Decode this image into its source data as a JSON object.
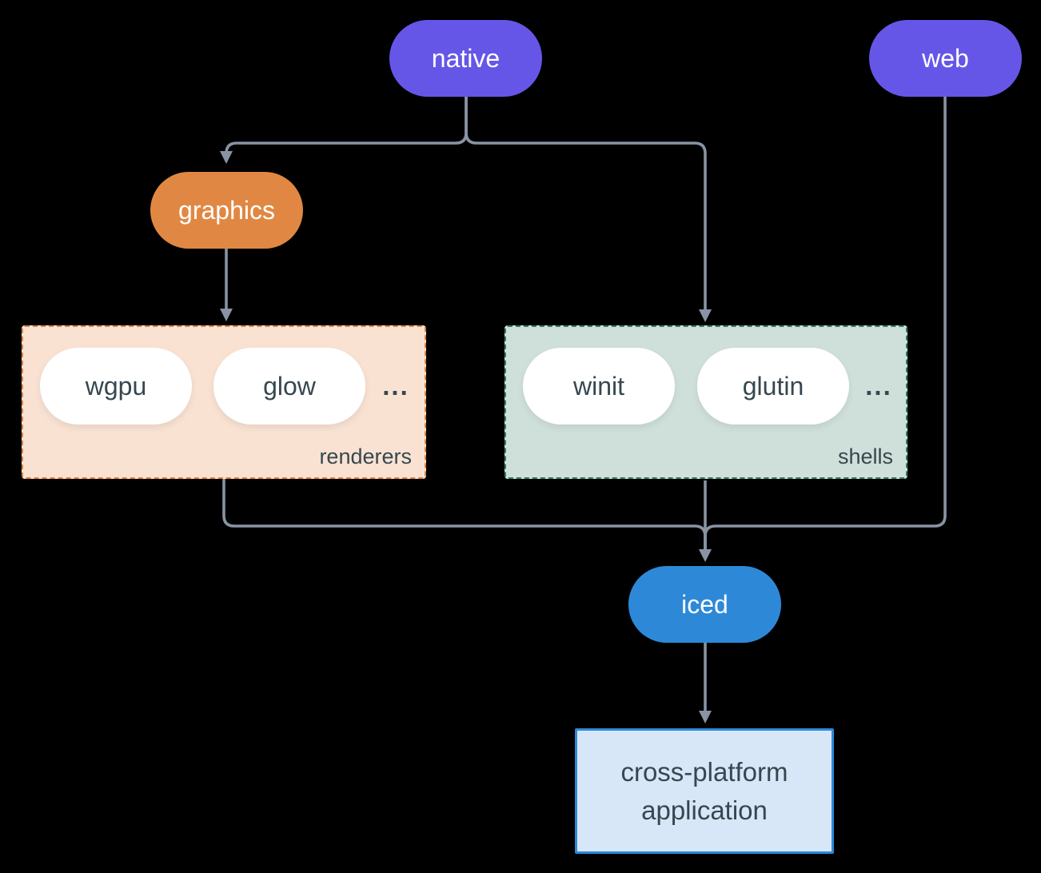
{
  "colors": {
    "background": "#000000",
    "purple": "#6656e8",
    "orange": "#e08843",
    "blue": "#2d89d8",
    "peach_bg": "#f9e2d2",
    "peach_border": "#e0813a",
    "sage_bg": "#cfe0da",
    "sage_border": "#2f7d6d",
    "app_bg": "#d7e7f8",
    "line": "#8893a3",
    "dark_text": "#37474f"
  },
  "nodes": {
    "native": "native",
    "web": "web",
    "graphics": "graphics",
    "iced": "iced",
    "app_line1": "cross-platform",
    "app_line2": "application"
  },
  "groups": {
    "renderers": {
      "label": "renderers",
      "items": [
        "wgpu",
        "glow"
      ],
      "ellipsis": "..."
    },
    "shells": {
      "label": "shells",
      "items": [
        "winit",
        "glutin"
      ],
      "ellipsis": "..."
    }
  }
}
